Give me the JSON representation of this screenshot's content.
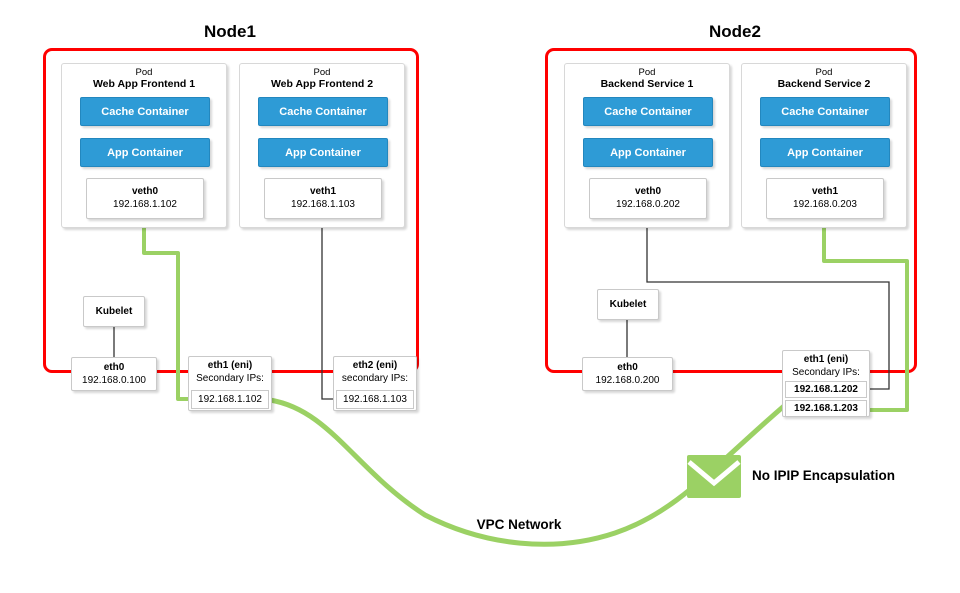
{
  "colors": {
    "node_border": "#FF0000",
    "container_fill": "#2E9BD6",
    "network_green": "#9BD164",
    "connector_black": "#333333",
    "box_border": "#C9C9C9"
  },
  "nodes": [
    {
      "title": "Node1",
      "pods": [
        {
          "kind": "Pod",
          "name": "Web App Frontend 1",
          "containers": [
            "Cache Container",
            "App Container"
          ],
          "veth_name": "veth0",
          "veth_ip": "192.168.1.102"
        },
        {
          "kind": "Pod",
          "name": "Web App Frontend 2",
          "containers": [
            "Cache Container",
            "App Container"
          ],
          "veth_name": "veth1",
          "veth_ip": "192.168.1.103"
        }
      ],
      "kubelet_label": "Kubelet",
      "eth0_name": "eth0",
      "eth0_ip": "192.168.0.100",
      "enis": [
        {
          "name": "eth1 (eni)",
          "secondary_label": "Secondary IPs:",
          "ips": [
            "192.168.1.102"
          ]
        },
        {
          "name": "eth2 (eni)",
          "secondary_label": "secondary IPs:",
          "ips": [
            "192.168.1.103"
          ]
        }
      ]
    },
    {
      "title": "Node2",
      "pods": [
        {
          "kind": "Pod",
          "name": "Backend Service 1",
          "containers": [
            "Cache Container",
            "App Container"
          ],
          "veth_name": "veth0",
          "veth_ip": "192.168.0.202"
        },
        {
          "kind": "Pod",
          "name": "Backend Service 2",
          "containers": [
            "Cache Container",
            "App Container"
          ],
          "veth_name": "veth1",
          "veth_ip": "192.168.0.203"
        }
      ],
      "kubelet_label": "Kubelet",
      "eth0_name": "eth0",
      "eth0_ip": "192.168.0.200",
      "enis": [
        {
          "name": "eth1 (eni)",
          "secondary_label": "Secondary IPs:",
          "ips": [
            "192.168.1.202",
            "192.168.1.203"
          ]
        }
      ]
    }
  ],
  "network": {
    "label": "VPC Network",
    "annotation": "No IPIP Encapsulation",
    "icon": "envelope-icon"
  }
}
